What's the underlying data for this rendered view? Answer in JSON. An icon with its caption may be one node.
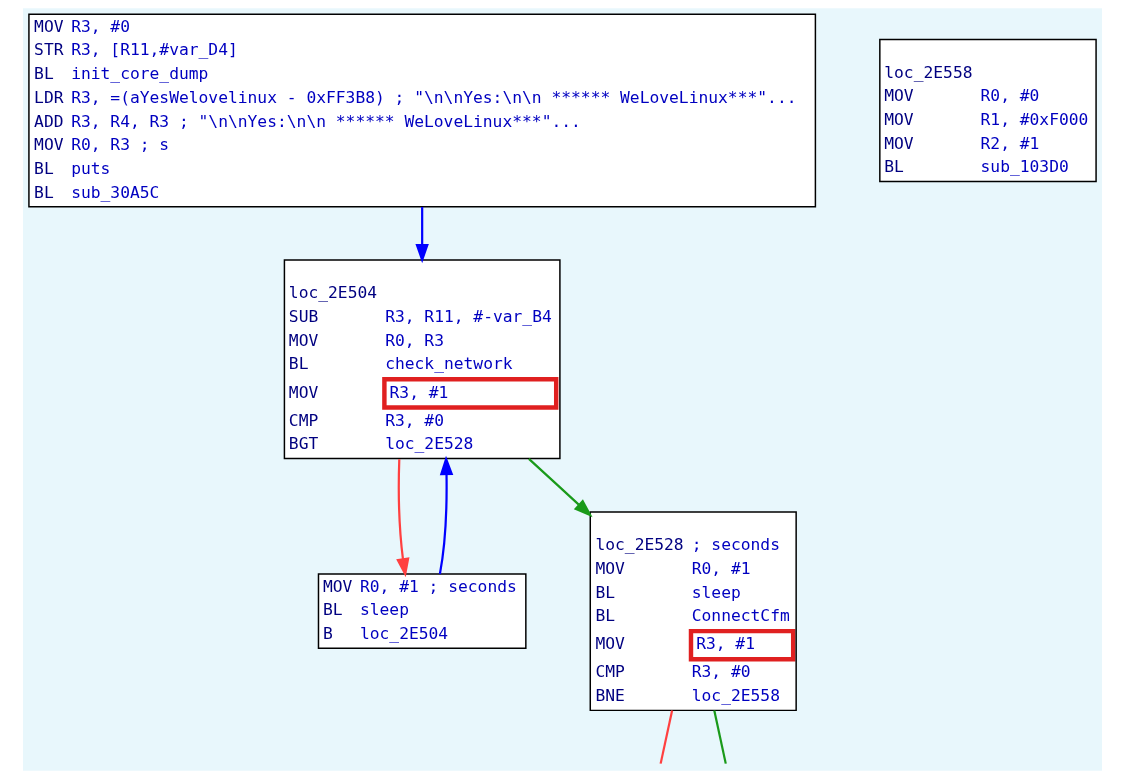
{
  "diagram": {
    "nodes": [
      {
        "text": [
          "MOV R3, #0",
          "STR R3, [R11,#var_D4]",
          "BL init_core_dump",
          "LDR R3, =(aYesWelovelinux - 0xFF3B8) ; \"\\n\\nYes:\\n\\n ****** WeLoveLinux***\"...",
          "ADD R3, R4, R3 ; \"\\n\\nYes:\\n\\n ****** WeLoveLinux***\"...",
          "MOV R0, R3 ; s",
          "BL puts",
          "BL sub_30A5C"
        ]
      },
      {
        "text": [
          "loc_2E504",
          "SUB R3, R11, #-var_B4",
          "MOV R0, R3",
          "BL check_network",
          "MOV R3, #1",
          "CMP R3, #0",
          "BGT loc_2E528"
        ]
      },
      {
        "text": [
          "MOV R0, #1 ; seconds",
          "BL sleep",
          "B loc_2E504"
        ]
      },
      {
        "text": [
          "loc_2E528 ; seconds",
          "MOV R0, #1",
          "BL sleep",
          "BL ConnectCfm",
          "MOV R3, #1",
          "CMP R3, #0",
          "BNE loc_2E558"
        ]
      },
      {
        "text": [
          "loc_2E558",
          "MOV R0, #0",
          "MOV R1, #0xF000",
          "MOV R2, #1",
          "BL sub_103D0"
        ]
      }
    ],
    "edges": [
      {
        "from": 0,
        "to": 1,
        "arrow": "to",
        "color": "#0000ff"
      },
      {
        "from": 1,
        "to": 2,
        "arrow": "to",
        "color": "#ff4040"
      },
      {
        "from": 1,
        "to": 3,
        "arrow": "to",
        "color": "#1a9a1a"
      },
      {
        "from": 2,
        "to": 1,
        "arrow": "to",
        "color": "#0000ff"
      },
      {
        "from": 3,
        "to": null,
        "arrow": "none",
        "color": "#ff4040"
      },
      {
        "from": 3,
        "to": null,
        "arrow": "none",
        "color": "#1a9a1a"
      }
    ]
  }
}
